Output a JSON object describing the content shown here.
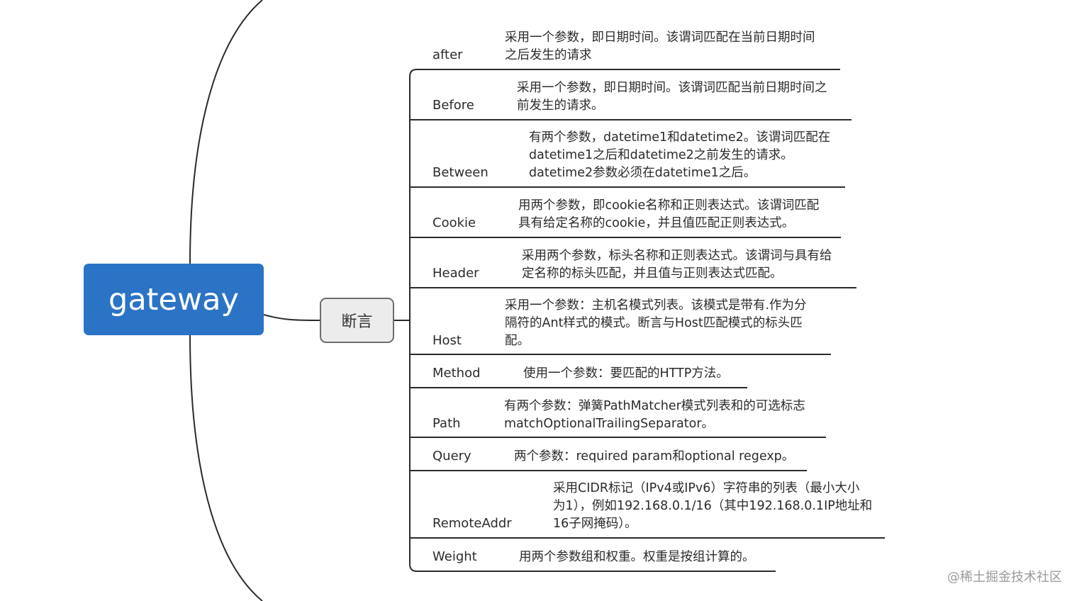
{
  "root": {
    "label": "gateway"
  },
  "branch": {
    "label": "断言"
  },
  "predicates": [
    {
      "name": "after",
      "description": "采用一个参数，即日期时间。该谓词匹配在当前日期时间\n之后发生的请求"
    },
    {
      "name": "Before",
      "description": "采用一个参数，即日期时间。该谓词匹配当前日期时间之\n前发生的请求。"
    },
    {
      "name": "Between",
      "description": "有两个参数，datetime1和datetime2。该谓词匹配在\ndatetime1之后和datetime2之前发生的请求。\ndatetime2参数必须在datetime1之后。"
    },
    {
      "name": "Cookie",
      "description": "用两个参数，即cookie名称和正则表达式。该谓词匹配\n具有给定名称的cookie，并且值匹配正则表达式。"
    },
    {
      "name": "Header",
      "description": "采用两个参数，标头名称和正则表达式。该谓词与具有给\n定名称的标头匹配，并且值与正则表达式匹配。"
    },
    {
      "name": "Host",
      "description": "采用一个参数：主机名模式列表。该模式是带有.作为分\n隔符的Ant样式的模式。断言与Host匹配模式的标头匹\n配。"
    },
    {
      "name": "Method",
      "description": "使用一个参数：要匹配的HTTP方法。"
    },
    {
      "name": "Path",
      "description": "有两个参数：弹簧PathMatcher模式列表和的可选标志\nmatchOptionalTrailingSeparator。"
    },
    {
      "name": "Query",
      "description": "两个参数：required param和optional regexp。"
    },
    {
      "name": "RemoteAddr",
      "description": "采用CIDR标记（IPv4或IPv6）字符串的列表（最小大小\n为1），例如192.168.0.1/16（其中192.168.0.1IP地址和\n16子网掩码）。"
    },
    {
      "name": "Weight",
      "description": "用两个参数组和权重。权重是按组计算的。"
    }
  ],
  "watermark": "@稀土掘金技术社区",
  "colors": {
    "root_fill": "#2b73c4",
    "branch_fill": "#ececec",
    "branch_border": "#6d6d6d",
    "line": "#2b2b2b"
  }
}
